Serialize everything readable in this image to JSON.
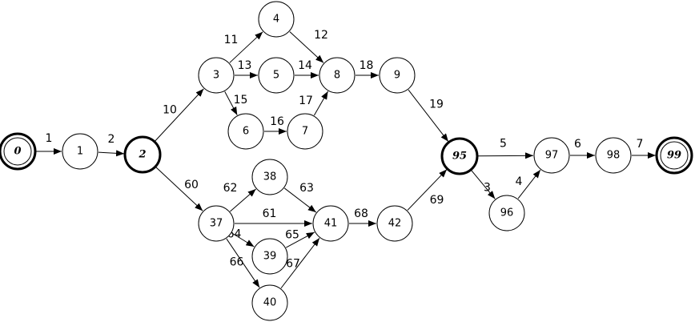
{
  "nodes": [
    {
      "id": "n0",
      "label": "0",
      "style": "final-bold"
    },
    {
      "id": "n1",
      "label": "1",
      "style": "normal"
    },
    {
      "id": "n2",
      "label": "2",
      "style": "bold"
    },
    {
      "id": "n3",
      "label": "3",
      "style": "normal"
    },
    {
      "id": "n4",
      "label": "4",
      "style": "normal"
    },
    {
      "id": "n5",
      "label": "5",
      "style": "normal"
    },
    {
      "id": "n6",
      "label": "6",
      "style": "normal"
    },
    {
      "id": "n7",
      "label": "7",
      "style": "normal"
    },
    {
      "id": "n8",
      "label": "8",
      "style": "normal"
    },
    {
      "id": "n9",
      "label": "9",
      "style": "normal"
    },
    {
      "id": "n37",
      "label": "37",
      "style": "normal"
    },
    {
      "id": "n38",
      "label": "38",
      "style": "normal"
    },
    {
      "id": "n39",
      "label": "39",
      "style": "normal"
    },
    {
      "id": "n40",
      "label": "40",
      "style": "normal"
    },
    {
      "id": "n41",
      "label": "41",
      "style": "normal"
    },
    {
      "id": "n42",
      "label": "42",
      "style": "normal"
    },
    {
      "id": "n95",
      "label": "95",
      "style": "bold"
    },
    {
      "id": "n96",
      "label": "96",
      "style": "normal"
    },
    {
      "id": "n97",
      "label": "97",
      "style": "normal"
    },
    {
      "id": "n98",
      "label": "98",
      "style": "normal"
    },
    {
      "id": "n99",
      "label": "99",
      "style": "final-bold"
    }
  ],
  "edges": [
    {
      "from": "n0",
      "to": "n1",
      "label": "1"
    },
    {
      "from": "n1",
      "to": "n2",
      "label": "2"
    },
    {
      "from": "n2",
      "to": "n3",
      "label": "10"
    },
    {
      "from": "n3",
      "to": "n4",
      "label": "11"
    },
    {
      "from": "n4",
      "to": "n8",
      "label": "12"
    },
    {
      "from": "n3",
      "to": "n5",
      "label": "13"
    },
    {
      "from": "n5",
      "to": "n8",
      "label": "14"
    },
    {
      "from": "n3",
      "to": "n6",
      "label": "15"
    },
    {
      "from": "n6",
      "to": "n7",
      "label": "16"
    },
    {
      "from": "n7",
      "to": "n8",
      "label": "17"
    },
    {
      "from": "n8",
      "to": "n9",
      "label": "18"
    },
    {
      "from": "n9",
      "to": "n95",
      "label": "19"
    },
    {
      "from": "n2",
      "to": "n37",
      "label": "60"
    },
    {
      "from": "n37",
      "to": "n41",
      "label": "61"
    },
    {
      "from": "n37",
      "to": "n38",
      "label": "62"
    },
    {
      "from": "n38",
      "to": "n41",
      "label": "63"
    },
    {
      "from": "n37",
      "to": "n39",
      "label": "64"
    },
    {
      "from": "n39",
      "to": "n41",
      "label": "65"
    },
    {
      "from": "n37",
      "to": "n40",
      "label": "66"
    },
    {
      "from": "n40",
      "to": "n41",
      "label": "67"
    },
    {
      "from": "n41",
      "to": "n42",
      "label": "68"
    },
    {
      "from": "n42",
      "to": "n95",
      "label": "69"
    },
    {
      "from": "n95",
      "to": "n97",
      "label": "5"
    },
    {
      "from": "n95",
      "to": "n96",
      "label": "3"
    },
    {
      "from": "n96",
      "to": "n97",
      "label": "4"
    },
    {
      "from": "n97",
      "to": "n98",
      "label": "6"
    },
    {
      "from": "n98",
      "to": "n99",
      "label": "7"
    }
  ]
}
